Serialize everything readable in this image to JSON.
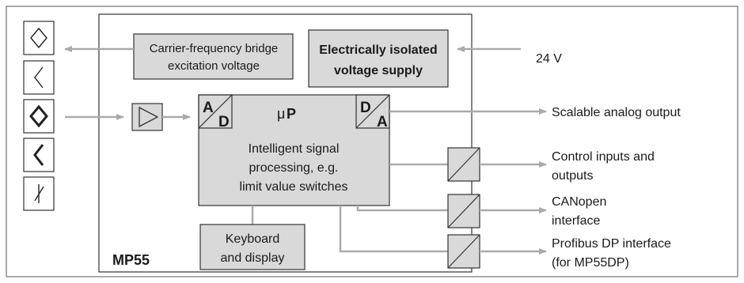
{
  "diagram": {
    "carrier": [
      "Carrier-frequency bridge",
      "excitation voltage"
    ],
    "supply": [
      "Electrically isolated",
      "voltage supply"
    ],
    "supply_input": "24 V",
    "converter": {
      "adc_top": "A",
      "adc_bottom": "D",
      "dac_top": "D",
      "dac_bottom": "A",
      "mu": "μ",
      "p": "P",
      "body": [
        "Intelligent signal",
        "processing, e.g.",
        "limit value switches"
      ]
    },
    "keyboard": [
      "Keyboard",
      "and display"
    ],
    "device_label": "MP55",
    "outputs": {
      "analog": "Scalable analog output",
      "control": [
        "Control inputs and",
        "outputs"
      ],
      "canopen": [
        "CANopen",
        "interface"
      ],
      "profibus": [
        "Profibus DP interface",
        "(for MP55DP)"
      ]
    },
    "sensor_icons": [
      "bridge-full-icon",
      "half-bridge-icon",
      "bridge-active-icon",
      "half-bridge-active-icon",
      "potentiometer-icon"
    ]
  }
}
